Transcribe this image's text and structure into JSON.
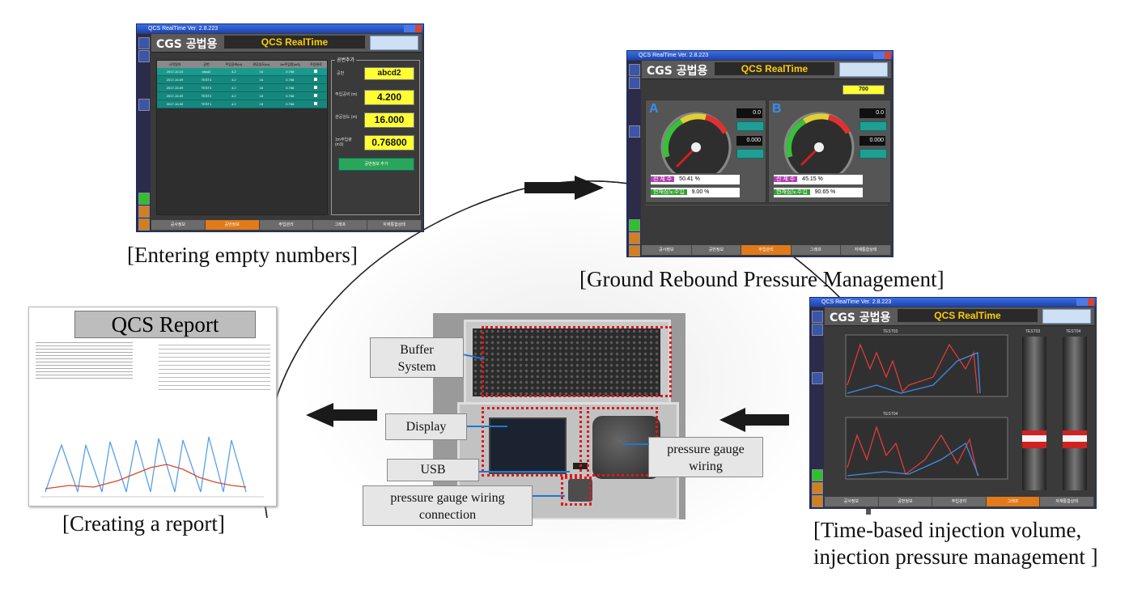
{
  "captions": {
    "entering": "[Entering empty numbers]",
    "ground": "[Ground Rebound Pressure Management]",
    "report": "[Creating a report]",
    "time_based_line1": "[Time-based injection volume,",
    "time_based_line2": "injection pressure management  ]"
  },
  "screens": {
    "window_title": "QCS RealTime  Ver. 2.8.223",
    "brand": "CGS 공법용",
    "app_title": "QCS RealTime",
    "tabs": [
      "공사정보",
      "공번정보",
      "주입관리",
      "그래프",
      "자재통합상태"
    ],
    "entry": {
      "panel_title": "공번추가",
      "fields": [
        {
          "label": "공번",
          "value": "abcd2"
        },
        {
          "label": "주입공비 (m)",
          "value": "4.200"
        },
        {
          "label": "관공심도 (m)",
          "value": "16.000"
        },
        {
          "label": "1m주입량 (m3)",
          "value": "0.76800"
        }
      ],
      "add_button": "공번정보 추가",
      "table_headers": [
        "시작일자",
        "공번",
        "주입공비(m)",
        "관공심도(m)",
        "1m주입량(m3)",
        "주입완료"
      ],
      "table_rows": [
        [
          "2017-10-10",
          "abcd2",
          "4.2",
          "16",
          "0.768",
          ""
        ],
        [
          "2017-10-09",
          "TEST4",
          "4.2",
          "16",
          "0.768",
          ""
        ],
        [
          "2017-10-09",
          "TEST3",
          "4.2",
          "16",
          "0.768",
          ""
        ],
        [
          "2017-10-09",
          "TEST2",
          "4.2",
          "16",
          "0.768",
          ""
        ],
        [
          "2017-10-09",
          "TEST1",
          "4.2",
          "16",
          "0.768",
          ""
        ]
      ]
    },
    "ground": {
      "top_value": "700",
      "gauge_a": {
        "letter": "A",
        "readout1": "0.0",
        "readout2": "0.000",
        "pct1": "50.41 %",
        "pct2": "9.00 %"
      },
      "gauge_b": {
        "letter": "B",
        "readout1": "0.0",
        "readout2": "0.000",
        "pct1": "45.15 %",
        "pct2": "90.65 %"
      },
      "pct1_label": "전 체 주",
      "pct2_label": "현재심도주입"
    },
    "graph": {
      "chart_titles": [
        "TEST03",
        "TEST04"
      ],
      "bar_titles": [
        "TEST03",
        "TEST04"
      ]
    }
  },
  "report": {
    "title": "QCS Report"
  },
  "device": {
    "labels": {
      "buffer": "Buffer System",
      "display": "Display",
      "usb": "USB",
      "wiring_conn": "pressure gauge wiring connection",
      "wiring": "pressure gauge wiring"
    }
  },
  "colors": {
    "arrow": "#1a1a1a",
    "highlight": "#e01818",
    "active_tab": "#e07a1a",
    "lead_line": "#1f78d0"
  }
}
